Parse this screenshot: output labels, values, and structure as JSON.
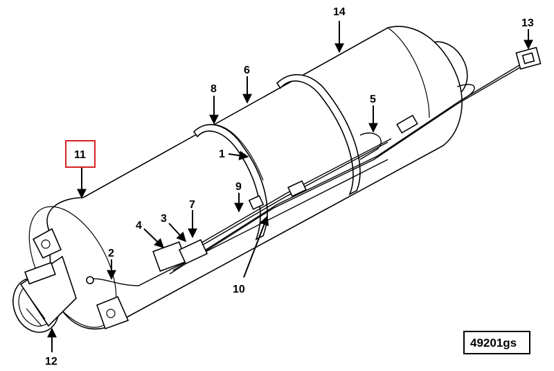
{
  "diagram": {
    "reference_code": "49201gs",
    "highlight_color": "#d42020",
    "callouts": [
      {
        "id": "callout-1",
        "label": "1"
      },
      {
        "id": "callout-2",
        "label": "2"
      },
      {
        "id": "callout-3",
        "label": "3"
      },
      {
        "id": "callout-4",
        "label": "4"
      },
      {
        "id": "callout-5",
        "label": "5"
      },
      {
        "id": "callout-6",
        "label": "6"
      },
      {
        "id": "callout-7",
        "label": "7"
      },
      {
        "id": "callout-8",
        "label": "8"
      },
      {
        "id": "callout-9",
        "label": "9"
      },
      {
        "id": "callout-10",
        "label": "10"
      },
      {
        "id": "callout-11",
        "label": "11",
        "highlighted": true
      },
      {
        "id": "callout-12",
        "label": "12"
      },
      {
        "id": "callout-13",
        "label": "13"
      },
      {
        "id": "callout-14",
        "label": "14"
      }
    ]
  }
}
